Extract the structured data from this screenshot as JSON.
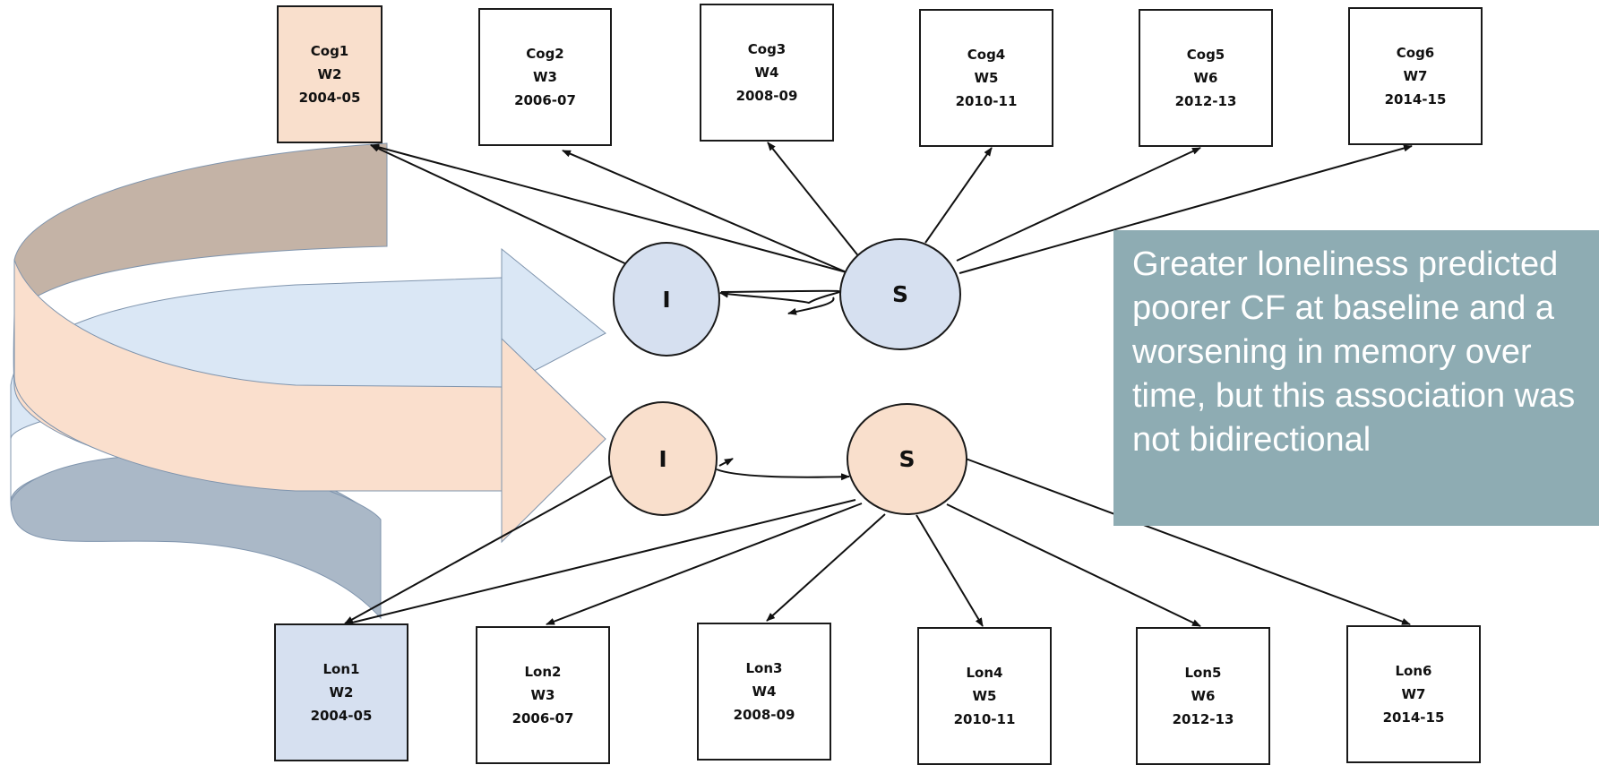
{
  "colors": {
    "cog_baseline_fill": "#f9dfcc",
    "lon_baseline_fill": "#d6e0f0",
    "cog_latent_fill": "#d6e0f0",
    "lon_latent_fill": "#f9dfcc",
    "callout_bg": "#8eacb3",
    "callout_text": "#ffffff",
    "peach_arrow": "#fadfcd",
    "peach_arrow_dark": "#c4b3a6",
    "blue_arrow": "#dae7f5",
    "blue_arrow_dark": "#aab8c7",
    "line": "#111111"
  },
  "cognition_boxes": [
    {
      "name": "Cog1",
      "wave": "W2",
      "years": "2004-05"
    },
    {
      "name": "Cog2",
      "wave": "W3",
      "years": "2006-07"
    },
    {
      "name": "Cog3",
      "wave": "W4",
      "years": "2008-09"
    },
    {
      "name": "Cog4",
      "wave": "W5",
      "years": "2010-11"
    },
    {
      "name": "Cog5",
      "wave": "W6",
      "years": "2012-13"
    },
    {
      "name": "Cog6",
      "wave": "W7",
      "years": "2014-15"
    }
  ],
  "loneliness_boxes": [
    {
      "name": "Lon1",
      "wave": "W2",
      "years": "2004-05"
    },
    {
      "name": "Lon2",
      "wave": "W3",
      "years": "2006-07"
    },
    {
      "name": "Lon3",
      "wave": "W4",
      "years": "2008-09"
    },
    {
      "name": "Lon4",
      "wave": "W5",
      "years": "2010-11"
    },
    {
      "name": "Lon5",
      "wave": "W6",
      "years": "2012-13"
    },
    {
      "name": "Lon6",
      "wave": "W7",
      "years": "2014-15"
    }
  ],
  "latent": {
    "cog_intercept": "I",
    "cog_slope": "S",
    "lon_intercept": "I",
    "lon_slope": "S"
  },
  "callout": {
    "text": "Greater loneliness predicted poorer CF at baseline and a worsening in memory over time, but this association was not bidirectional"
  }
}
